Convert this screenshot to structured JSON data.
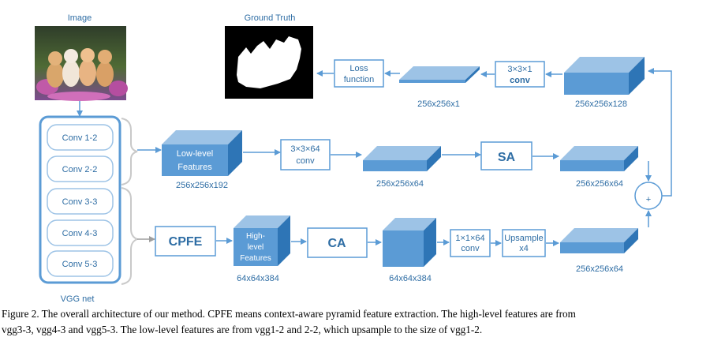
{
  "inputs": {
    "image_label": "Image",
    "gt_label": "Ground Truth"
  },
  "vgg": {
    "title": "VGG net",
    "layers": [
      "Conv 1-2",
      "Conv 2-2",
      "Conv 3-3",
      "Conv 4-3",
      "Conv 5-3"
    ]
  },
  "modules": {
    "low_level_line1": "Low-level",
    "low_level_line2": "Features",
    "high_level_line1": "High-",
    "high_level_line2": "level",
    "high_level_line3": "Features",
    "cpfe": "CPFE",
    "ca": "CA",
    "sa": "SA",
    "conv_low_line1": "3×3×64",
    "conv_low_line2": "conv",
    "conv_high_line1": "1×1×64",
    "conv_high_line2": "conv",
    "upsample_line1": "Upsample",
    "upsample_line2": "x4",
    "conv_top_line1": "3×3×1",
    "conv_top_line2": "conv",
    "loss_line1": "Loss",
    "loss_line2": "function",
    "plus": "+"
  },
  "dims": {
    "low": "256x256x192",
    "sa_in": "256x256x64",
    "sa_out": "256x256x64",
    "high": "64x64x384",
    "ca_out": "64x64x384",
    "up_out": "256x256x64",
    "fuse": "256x256x128",
    "pred": "256x256x1"
  },
  "caption": {
    "line1": "Figure 2. The overall architecture of our method. CPFE means context-aware pyramid feature extraction. The high-level features are from",
    "line2": "vgg3-3, vgg4-3 and vgg5-3. The low-level features are from vgg1-2 and 2-2, which upsample to the size of vgg1-2."
  },
  "colors": {
    "accent": "#5b9bd5",
    "cube_front": "#5b9bd5",
    "cube_top": "#9dc3e6",
    "cube_side": "#2e75b6",
    "text": "#2e6da4"
  }
}
